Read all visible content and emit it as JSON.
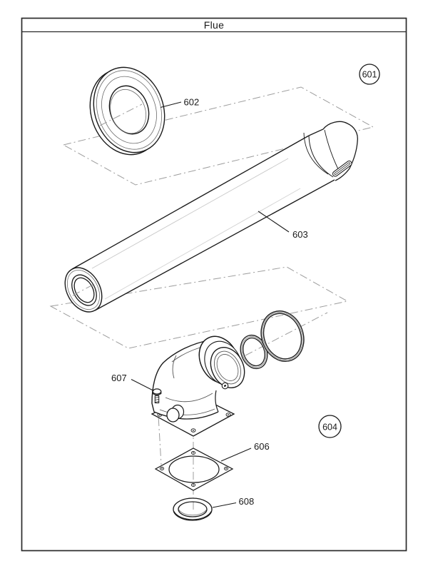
{
  "title": "Flue",
  "callouts": {
    "601": "601",
    "602": "602",
    "603": "603",
    "604": "604",
    "606": "606",
    "607": "607",
    "608": "608"
  },
  "colors": {
    "line": "#1a1a1a",
    "centerline": "#9c9c9c",
    "background": "#ffffff"
  }
}
